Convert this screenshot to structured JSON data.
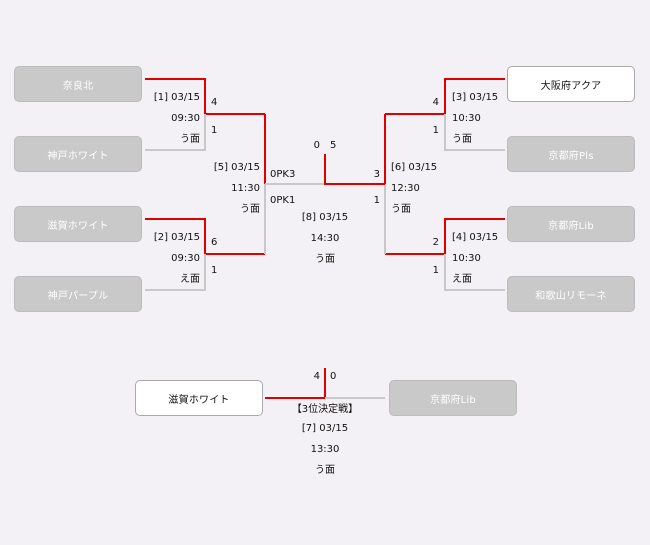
{
  "teams": {
    "nara_kita": "奈良北",
    "kobe_white": "神戸ホワイト",
    "shiga_white": "滋賀ホワイト",
    "kobe_purple": "神戸パープル",
    "osaka_aqua": "大阪府アクア",
    "kyoto_pls": "京都府Pls",
    "kyoto_lib": "京都府Lib",
    "wakayama_rimone": "和歌山リモーネ",
    "third_left": "滋賀ホワイト",
    "third_right": "京都府Lib"
  },
  "matches": {
    "m1": {
      "no": "[1] 03/15",
      "time": "09:30",
      "court": "う面",
      "score_top": "4",
      "score_bottom": "1"
    },
    "m2": {
      "no": "[2] 03/15",
      "time": "09:30",
      "court": "え面",
      "score_top": "6",
      "score_bottom": "1"
    },
    "m3": {
      "no": "[3] 03/15",
      "time": "10:30",
      "court": "う面",
      "score_top": "4",
      "score_bottom": "1"
    },
    "m4": {
      "no": "[4] 03/15",
      "time": "10:30",
      "court": "え面",
      "score_top": "2",
      "score_bottom": "1"
    },
    "m5": {
      "no": "[5] 03/15",
      "time": "11:30",
      "court": "う面",
      "pk_top": "0PK3",
      "pk_bottom": "0PK1"
    },
    "m6": {
      "no": "[6] 03/15",
      "time": "12:30",
      "court": "う面",
      "score_top": "3",
      "score_bottom": "1"
    },
    "m8": {
      "no": "[8] 03/15",
      "time": "14:30",
      "court": "う面",
      "score_left": "0",
      "score_right": "5"
    },
    "m7": {
      "title": "【3位決定戦】",
      "no": "[7] 03/15",
      "time": "13:30",
      "court": "う面",
      "score_left": "4",
      "score_right": "0"
    }
  },
  "colors": {
    "winner_line": "#e00000",
    "loser_line": "#c8c8c8",
    "team_box": "#c8c9c8",
    "background": "#f3f1f5"
  }
}
